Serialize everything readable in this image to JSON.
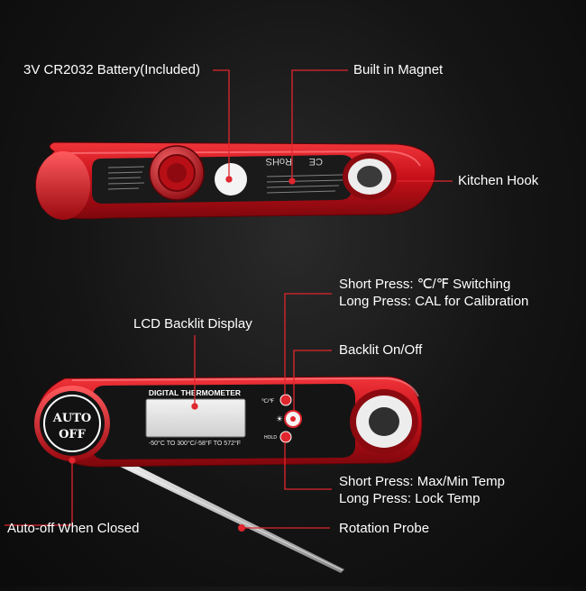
{
  "labels": {
    "battery": "3V CR2032 Battery(Included)",
    "magnet": "Built in Magnet",
    "hook": "Kitchen Hook",
    "unit_switch_line1": "Short Press: ℃/℉ Switching",
    "unit_switch_line2": "Long Press: CAL for Calibration",
    "lcd": "LCD Backlit Display",
    "backlight": "Backlit On/Off",
    "maxmin_line1": "Short Press: Max/Min Temp",
    "maxmin_line2": "Long Press: Lock Temp",
    "auto_off": "Auto-off When Closed",
    "probe": "Rotation Probe"
  },
  "device": {
    "brand_label": "DIGITAL THERMOMETER",
    "range_label": "-50°C TO 300°C/-58°F TO 572°F",
    "dial_line1": "AUTO",
    "dial_line2": "OFF",
    "rohs": "RoHS",
    "ce": "CE",
    "button_top_icon": "℃/℉",
    "button_mid_icon": "light-icon",
    "button_bottom_icon": "HOLD"
  },
  "colors": {
    "body_red": "#d0141c",
    "dark_panel": "#151515",
    "leader_line": "#e0262e",
    "text": "#ffffff"
  }
}
